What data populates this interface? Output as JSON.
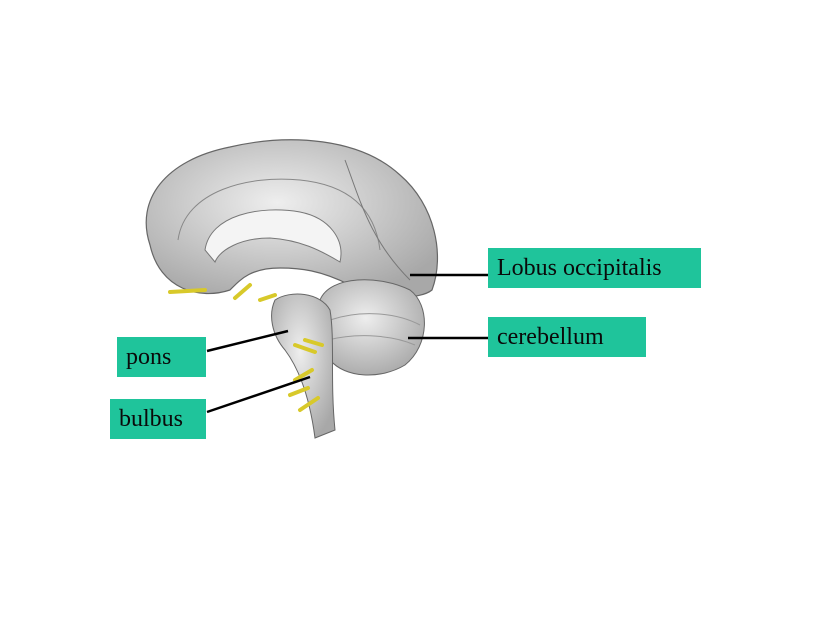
{
  "labels": {
    "lobus_occipitalis": "Lobus occipitalis",
    "cerebellum": "cerebellum",
    "pons": "pons",
    "bulbus": "bulbus"
  },
  "colors": {
    "label_bg": "#1fc49b",
    "nerve": "#d8c92a",
    "brain": "#cfcfcf"
  }
}
